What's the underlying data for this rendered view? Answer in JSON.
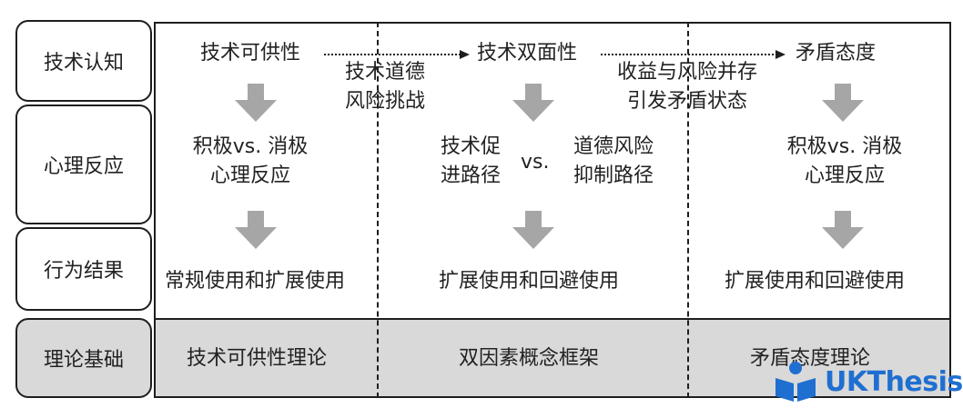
{
  "rows": {
    "cognition": "技术认知",
    "reaction": "心理反应",
    "outcome": "行为结果",
    "theory": "理论基础"
  },
  "col1": {
    "cognition": "技术可供性",
    "reaction": "积极vs. 消极\n心理反应",
    "outcome": "常规使用和扩展使用",
    "theory": "技术可供性理论"
  },
  "col2": {
    "cognition": "技术双面性",
    "reaction_left": "技术促\n进路径",
    "reaction_vs": "vs.",
    "reaction_right": "道德风险\n抑制路径",
    "outcome": "扩展使用和回避使用",
    "theory": "双因素概念框架"
  },
  "col3": {
    "cognition": "矛盾态度",
    "reaction": "积极vs. 消极\n心理反应",
    "outcome": "扩展使用和回避使用",
    "theory": "矛盾态度理论"
  },
  "transitions": {
    "t1": "技术道德\n风险挑战",
    "t2": "收益与风险并存\n引发矛盾状态"
  },
  "logo": {
    "text": "UKThesis",
    "icon": "reading-person-icon",
    "color": "#1f6fd1"
  },
  "colors": {
    "arrow_gray": "#a6a6a6",
    "band_gray": "#d9d9d9"
  }
}
